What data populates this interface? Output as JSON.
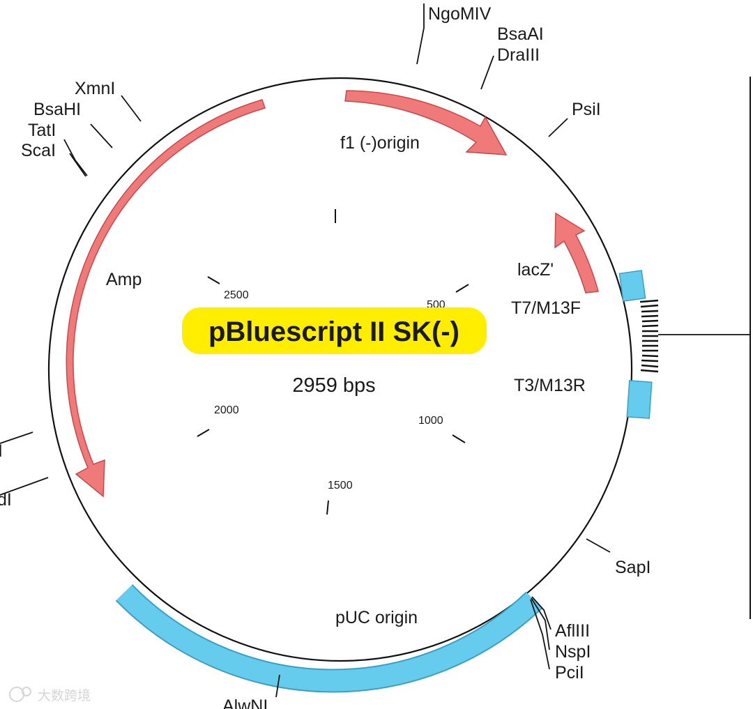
{
  "plasmid": {
    "name": "pBluescript II SK(-)",
    "size_label": "2959 bps",
    "title_highlight_color": "#ffee00"
  },
  "ticks": [
    "500",
    "1000",
    "1500",
    "2000",
    "2500"
  ],
  "features": {
    "f1_origin": "f1 (-)origin",
    "amp": "Amp",
    "lacz": "lacZ'",
    "t7": "T7/M13F",
    "t3": "T3/M13R",
    "puc_origin": "pUC origin"
  },
  "sites": {
    "ngomiv": "NgoMIV",
    "bsaai": "BsaAI",
    "draiii": "DraIII",
    "psii": "PsiI",
    "xmni": "XmnI",
    "bsahi": "BsaHI",
    "tati": "TatI",
    "scai": "ScaI",
    "left_partial_1": "I",
    "left_partial_2": "dI",
    "sapi": "SapI",
    "afliii": "AflIII",
    "nspi": "NspI",
    "pcii": "PciI",
    "alwni": "AlwNI"
  },
  "watermark": "大数跨境",
  "colors": {
    "arrow_fill": "#f07a7a",
    "arrow_stroke": "#c84848",
    "box_fill": "#66ccee",
    "box_stroke": "#3a9fc4",
    "backbone": "#111111"
  }
}
